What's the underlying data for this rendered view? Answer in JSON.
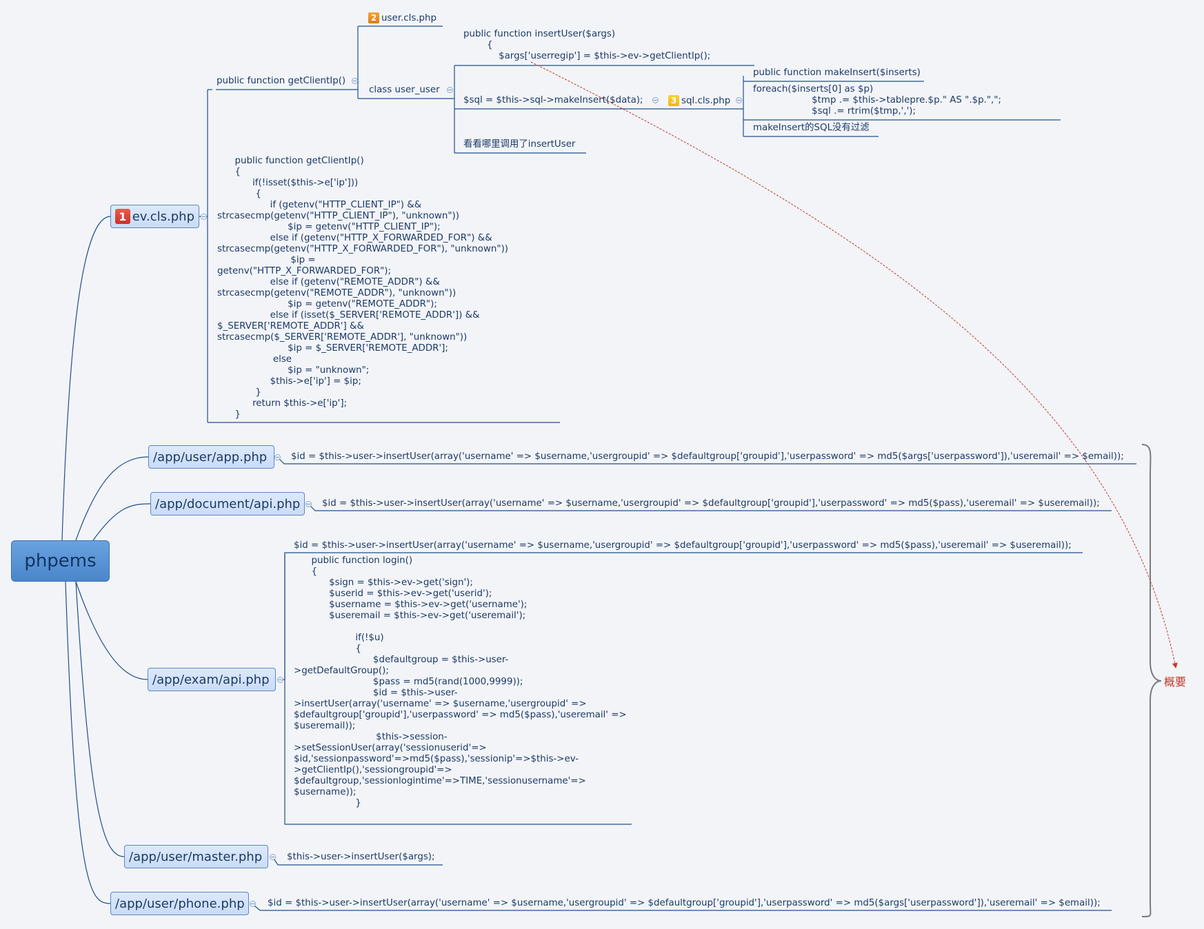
{
  "root": {
    "label": "phpems"
  },
  "summary": {
    "label": "概要"
  },
  "ev": {
    "badge": "1",
    "label": "ev.cls.php",
    "getclientip_label": "public function getClientIp()",
    "class_user_label": "class user_user",
    "user_file": {
      "badge": "2",
      "label": "user.cls.php"
    },
    "insertuser_code": "public function insertUser($args)\n        {\n            $args['userregip'] = $this->ev->getClientIp();",
    "sql_call": "$sql = $this->sql->makeInsert($data);",
    "sql_file": {
      "badge": "3",
      "label": "sql.cls.php"
    },
    "makeinsert_sig": "public function makeInsert($inserts)",
    "foreach_code": "foreach($inserts[0] as $p)\n                    $tmp .= $this->tablepre.$p.\" AS \".$p.\",\";\n                    $sql .= rtrim($tmp,',');",
    "no_filter_note": "makeInsert的SQL没有过滤",
    "who_calls_note": "看看哪里调用了insertUser",
    "getclientip_code": "      public function getClientIp()\n      {\n            if(!isset($this->e['ip']))\n             {\n                  if (getenv(\"HTTP_CLIENT_IP\") &&\nstrcasecmp(getenv(\"HTTP_CLIENT_IP\"), \"unknown\"))\n                        $ip = getenv(\"HTTP_CLIENT_IP\");\n                  else if (getenv(\"HTTP_X_FORWARDED_FOR\") &&\nstrcasecmp(getenv(\"HTTP_X_FORWARDED_FOR\"), \"unknown\"))\n                         $ip =\ngetenv(\"HTTP_X_FORWARDED_FOR\");\n                  else if (getenv(\"REMOTE_ADDR\") &&\nstrcasecmp(getenv(\"REMOTE_ADDR\"), \"unknown\"))\n                        $ip = getenv(\"REMOTE_ADDR\");\n                  else if (isset($_SERVER['REMOTE_ADDR']) &&\n$_SERVER['REMOTE_ADDR'] &&\nstrcasecmp($_SERVER['REMOTE_ADDR'], \"unknown\"))\n                        $ip = $_SERVER['REMOTE_ADDR'];\n                   else\n                        $ip = \"unknown\";\n                  $this->e['ip'] = $ip;\n             }\n            return $this->e['ip'];\n      }"
  },
  "app_user_app": {
    "label": "/app/user/app.php",
    "code": "$id = $this->user->insertUser(array('username' => $username,'usergroupid' => $defaultgroup['groupid'],'userpassword' => md5($args['userpassword']),'useremail' => $email));"
  },
  "app_document_api": {
    "label": "/app/document/api.php",
    "code": "$id = $this->user->insertUser(array('username' => $username,'usergroupid' => $defaultgroup['groupid'],'userpassword' => md5($pass),'useremail' => $useremail));"
  },
  "app_exam_api": {
    "label": "/app/exam/api.php",
    "code_header": "$id = $this->user->insertUser(array('username' => $username,'usergroupid' => $defaultgroup['groupid'],'userpassword' => md5($pass),'useremail' => $useremail));",
    "code_body": "      public function login()\n      {\n            $sign = $this->ev->get('sign');\n            $userid = $this->ev->get('userid');\n            $username = $this->ev->get('username');\n            $useremail = $this->ev->get('useremail');\n\n                     if(!$u)\n                     {\n                           $defaultgroup = $this->user-\n>getDefaultGroup();\n                           $pass = md5(rand(1000,9999));\n                           $id = $this->user-\n>insertUser(array('username' => $username,'usergroupid' =>\n$defaultgroup['groupid'],'userpassword' => md5($pass),'useremail' =>\n$useremail));\n                            $this->session-\n>setSessionUser(array('sessionuserid'=>\n$id,'sessionpassword'=>md5($pass),'sessionip'=>$this->ev-\n>getClientIp(),'sessiongroupid'=>\n$defaultgroup,'sessionlogintime'=>TIME,'sessionusername'=>\n$username));\n                     }"
  },
  "app_user_master": {
    "label": "/app/user/master.php",
    "code": "$this->user->insertUser($args);"
  },
  "app_user_phone": {
    "label": "/app/user/phone.php",
    "code": "$id = $this->user->insertUser(array('username' => $username,'usergroupid' => $defaultgroup['groupid'],'userpassword' => md5($args['userpassword']),'useremail' => $email));"
  },
  "colors": {
    "line": "#1f4f8a",
    "relation": "#c0392b",
    "brace": "#7a7a7a",
    "root_fill": "#5b95d6",
    "node_fill": "#d2e2f8"
  }
}
